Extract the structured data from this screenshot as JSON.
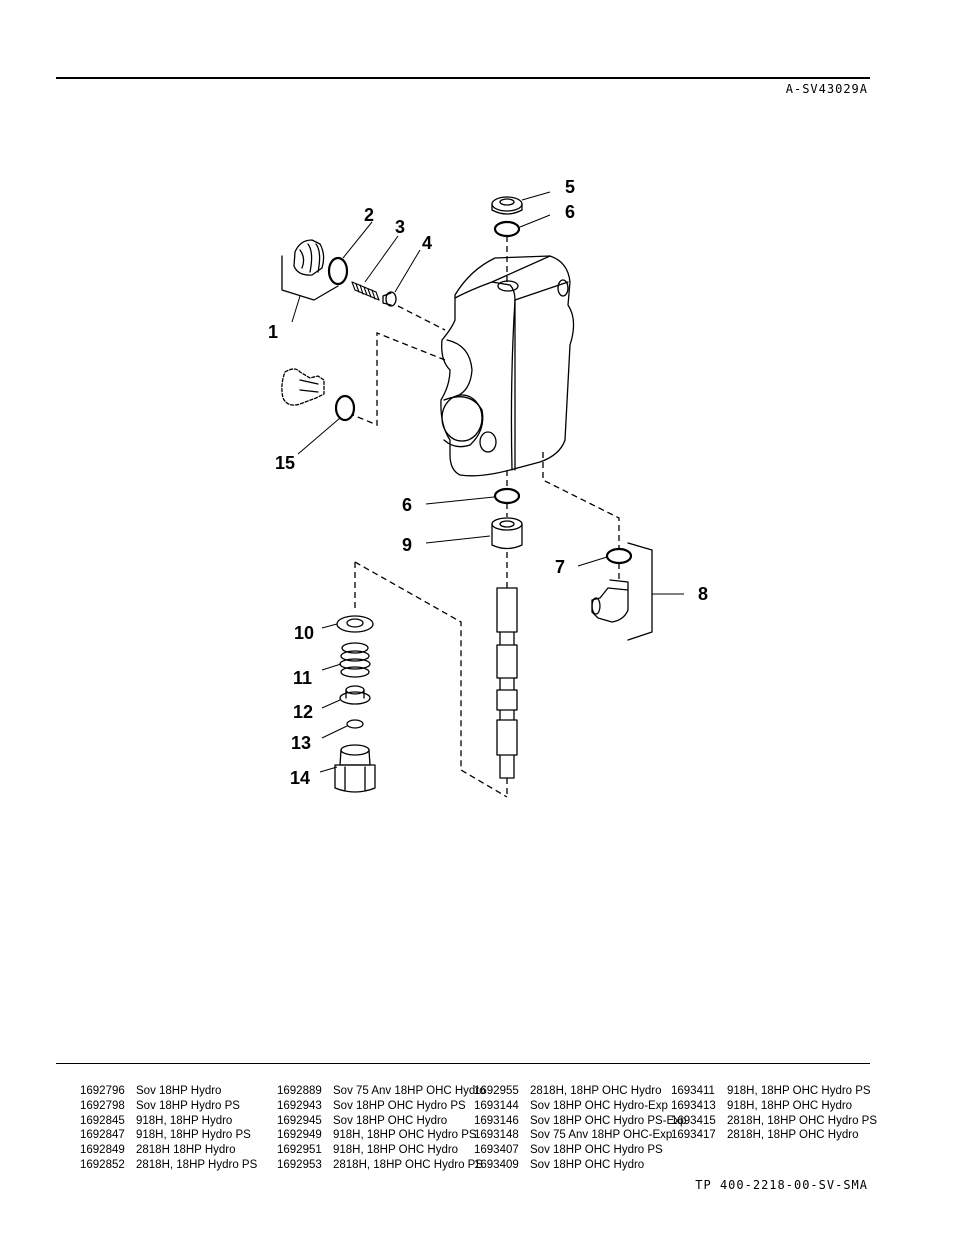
{
  "header": {
    "drawing_code": "A-SV43029A"
  },
  "diagram": {
    "callouts": [
      "1",
      "2",
      "3",
      "4",
      "5",
      "6",
      "15",
      "6",
      "9",
      "7",
      "8",
      "10",
      "11",
      "12",
      "13",
      "14"
    ]
  },
  "applicability_table": {
    "columns": [
      [
        {
          "part": "1692796",
          "model": "Sov 18HP Hydro"
        },
        {
          "part": "1692798",
          "model": "Sov 18HP Hydro PS"
        },
        {
          "part": "1692845",
          "model": "918H, 18HP Hydro"
        },
        {
          "part": "1692847",
          "model": "918H, 18HP Hydro PS"
        },
        {
          "part": "1692849",
          "model": "2818H 18HP Hydro"
        },
        {
          "part": "1692852",
          "model": "2818H, 18HP Hydro PS"
        }
      ],
      [
        {
          "part": "1692889",
          "model": "Sov 75 Anv 18HP OHC Hydro"
        },
        {
          "part": "1692943",
          "model": "Sov 18HP OHC Hydro PS"
        },
        {
          "part": "1692945",
          "model": "Sov 18HP OHC Hydro"
        },
        {
          "part": "1692949",
          "model": "918H, 18HP OHC Hydro PS"
        },
        {
          "part": "1692951",
          "model": "918H, 18HP OHC Hydro"
        },
        {
          "part": "1692953",
          "model": "2818H, 18HP OHC Hydro PS"
        }
      ],
      [
        {
          "part": "1692955",
          "model": "2818H, 18HP OHC Hydro"
        },
        {
          "part": "1693144",
          "model": "Sov 18HP OHC Hydro-Exp"
        },
        {
          "part": "1693146",
          "model": "Sov 18HP OHC Hydro PS-Exp"
        },
        {
          "part": "1693148",
          "model": "Sov 75 Anv 18HP OHC-Exp"
        },
        {
          "part": "1693407",
          "model": "Sov 18HP OHC Hydro PS"
        },
        {
          "part": "1693409",
          "model": "Sov 18HP OHC Hydro"
        }
      ],
      [
        {
          "part": "1693411",
          "model": "918H, 18HP OHC Hydro PS"
        },
        {
          "part": "1693413",
          "model": "918H, 18HP OHC Hydro"
        },
        {
          "part": "1693415",
          "model": "2818H, 18HP OHC Hydro PS"
        },
        {
          "part": "1693417",
          "model": "2818H, 18HP OHC Hydro"
        }
      ]
    ]
  },
  "footer": {
    "document_code": "TP 400-2218-00-SV-SMA"
  }
}
